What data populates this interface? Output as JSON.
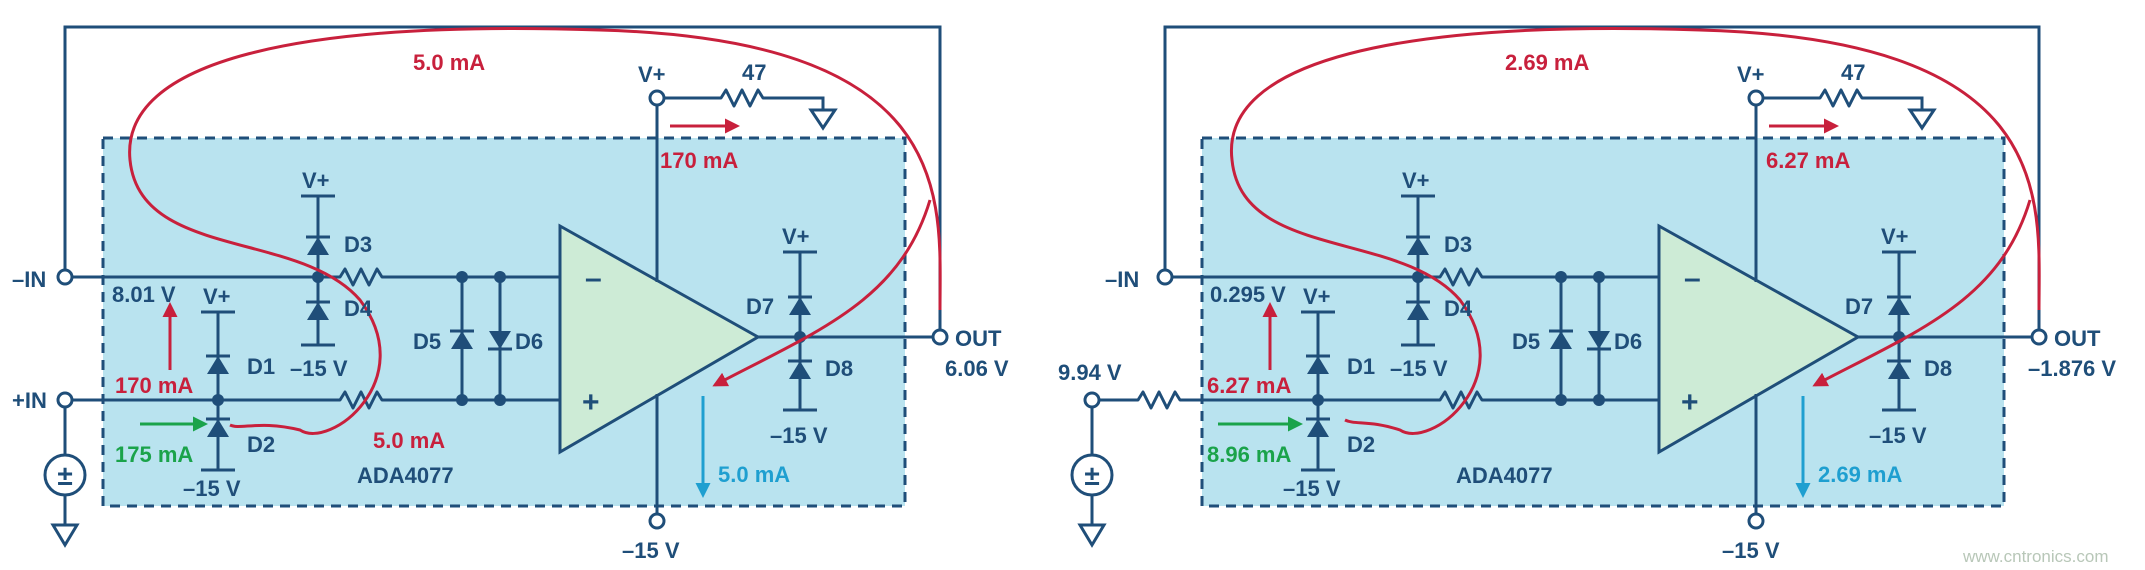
{
  "colors": {
    "wire": "#1f4e79",
    "chip_fill": "#b9e3ef",
    "opamp_fill": "#cdebd6",
    "current_red": "#c8203c",
    "current_green": "#1aa34a",
    "current_cyan": "#1e9fd0"
  },
  "left": {
    "neg_in": "–IN",
    "pos_in": "+IN",
    "loop_current": "5.0 mA",
    "vplus": "V+",
    "resistor": "47",
    "supply_current": "170 mA",
    "d3": "D3",
    "d4": "D4",
    "d5": "D5",
    "d6": "D6",
    "d7": "D7",
    "d8": "D8",
    "d1": "D1",
    "d2": "D2",
    "d_vplus_top": "V+",
    "d_vplus_mid": "V+",
    "d_vplus_right": "V+",
    "neg15_d4": "–15 V",
    "neg15_d2": "–15 V",
    "neg15_d8": "–15 V",
    "neg15_bottom": "–15 V",
    "neg_in_voltage": "8.01 V",
    "d1_current": "170 mA",
    "d2_current": "175 mA",
    "plus_current": "5.0 mA",
    "out_label": "OUT",
    "out_voltage": "6.06 V",
    "chip_name": "ADA4077",
    "out_current": "5.0 mA",
    "source_symbol": "±",
    "opamp_minus": "–",
    "opamp_plus": "+"
  },
  "right": {
    "neg_in": "–IN",
    "source_voltage": "9.94 V",
    "loop_current": "2.69 mA",
    "vplus": "V+",
    "resistor": "47",
    "supply_current": "6.27 mA",
    "d3": "D3",
    "d4": "D4",
    "d5": "D5",
    "d6": "D6",
    "d7": "D7",
    "d8": "D8",
    "d1": "D1",
    "d2": "D2",
    "d_vplus_top": "V+",
    "d_vplus_mid": "V+",
    "d_vplus_right": "V+",
    "neg15_d4": "–15 V",
    "neg15_d2": "–15 V",
    "neg15_d8": "–15 V",
    "neg15_bottom": "–15 V",
    "neg_in_voltage": "0.295 V",
    "d1_current": "6.27 mA",
    "d2_current": "8.96 mA",
    "out_label": "OUT",
    "out_voltage": "–1.876 V",
    "chip_name": "ADA4077",
    "out_current": "2.69 mA",
    "source_symbol": "±",
    "opamp_minus": "–",
    "opamp_plus": "+"
  },
  "watermark": "www.cntronics.com"
}
